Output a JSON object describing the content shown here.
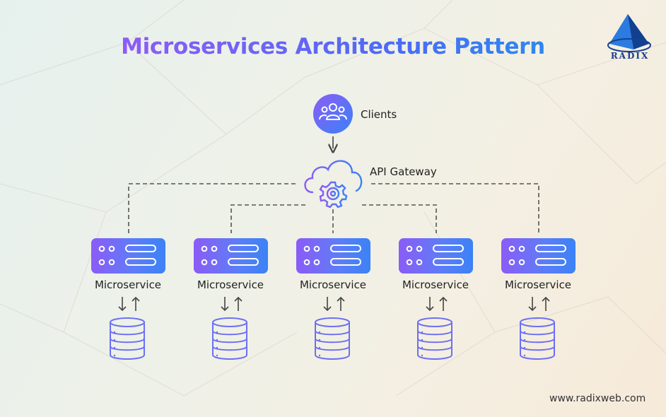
{
  "title": "Microservices Architecture Pattern",
  "logo": {
    "text": "RADIX"
  },
  "clients": {
    "label": "Clients",
    "icon": "users-icon"
  },
  "gateway": {
    "label": "API Gateway",
    "icon": "cloud-gear-icon"
  },
  "microservices": [
    {
      "label": "Microservice",
      "icon": "server-icon",
      "db_icon": "database-icon"
    },
    {
      "label": "Microservice",
      "icon": "server-icon",
      "db_icon": "database-icon"
    },
    {
      "label": "Microservice",
      "icon": "server-icon",
      "db_icon": "database-icon"
    },
    {
      "label": "Microservice",
      "icon": "server-icon",
      "db_icon": "database-icon"
    },
    {
      "label": "Microservice",
      "icon": "server-icon",
      "db_icon": "database-icon"
    }
  ],
  "website": "www.radixweb.com",
  "colors": {
    "purple": "#8b5cf6",
    "blue": "#3b82f6",
    "title_blue": "#2f86ef",
    "connector": "#555555"
  }
}
